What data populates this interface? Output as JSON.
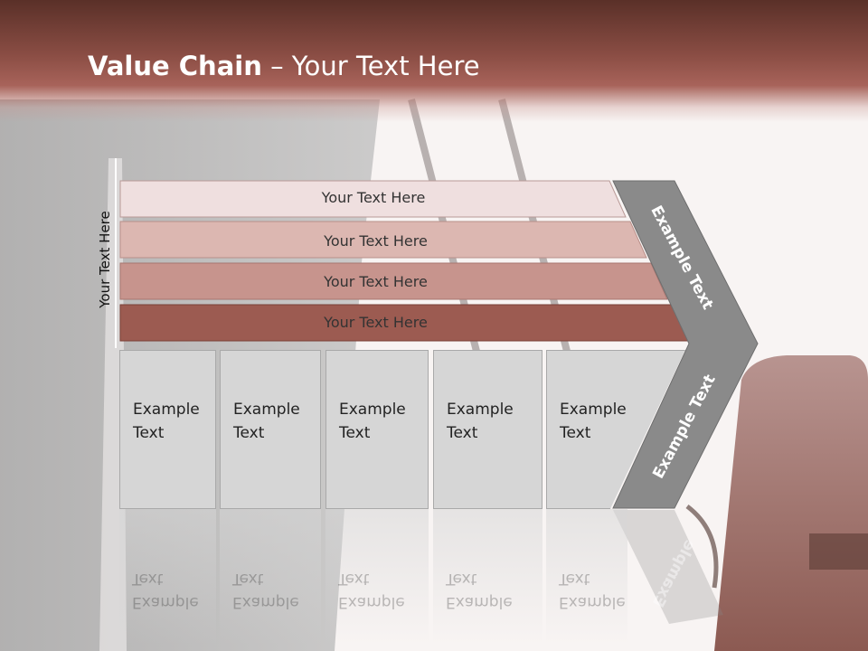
{
  "slide": {
    "title_bold": "Value Chain",
    "title_rest": " – Your Text Here",
    "vertical_label": "Your Text Here",
    "rows": [
      {
        "label": "Your Text Here",
        "color": "#efdfdf"
      },
      {
        "label": "Your Text Here",
        "color": "#dcb7b1"
      },
      {
        "label": "Your Text Here",
        "color": "#c7948d"
      },
      {
        "label": "Your Text Here",
        "color": "#9c5b51"
      }
    ],
    "boxes": [
      {
        "line1": "Example",
        "line2": "Text"
      },
      {
        "line1": "Example",
        "line2": "Text"
      },
      {
        "line1": "Example",
        "line2": "Text"
      },
      {
        "line1": "Example",
        "line2": "Text"
      },
      {
        "line1": "Example",
        "line2": "Text"
      }
    ],
    "chevron_top": "Example Text",
    "chevron_bottom": "Example Text",
    "chevron_reflection": "Example",
    "chevron_color": "#8a8a8a"
  }
}
